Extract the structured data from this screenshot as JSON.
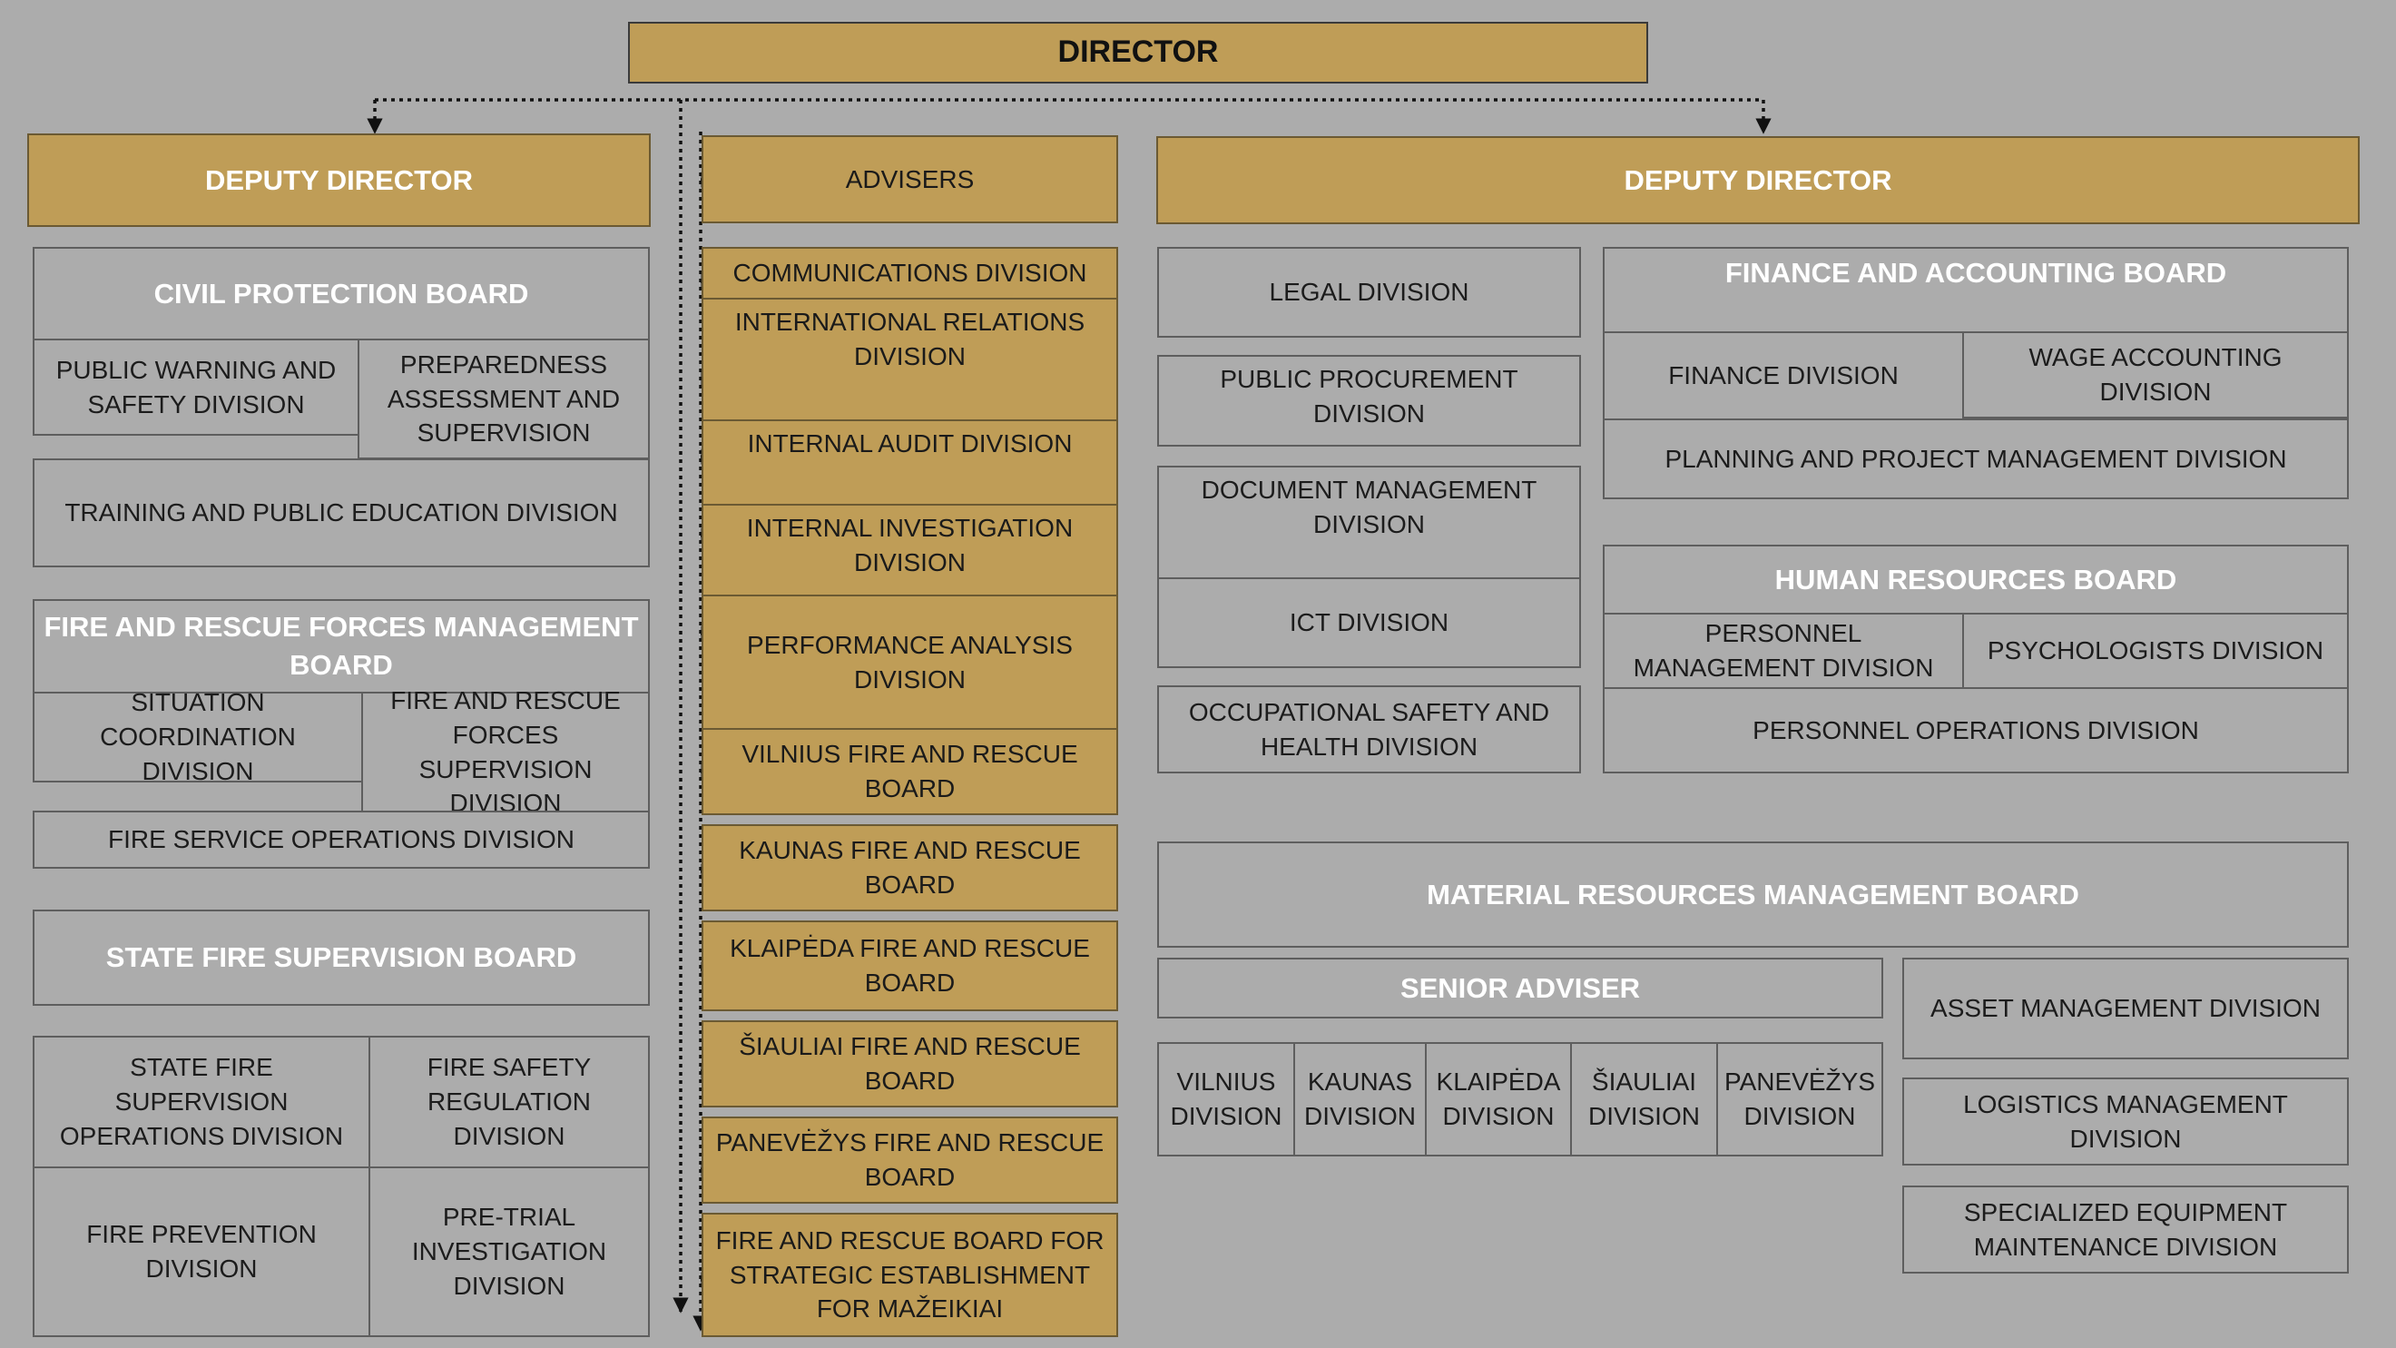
{
  "director": "DIRECTOR",
  "left": {
    "deputy": "DEPUTY DIRECTOR",
    "civil_protection": {
      "board": "CIVIL PROTECTION BOARD",
      "public_warning": "PUBLIC WARNING AND SAFETY DIVISION",
      "preparedness": "PREPAREDNESS ASSESSMENT AND SUPERVISION",
      "training": "TRAINING AND PUBLIC EDUCATION DIVISION"
    },
    "fire_rescue_forces": {
      "board": "FIRE AND RESCUE FORCES MANAGEMENT BOARD",
      "situation": "SITUATION COORDINATION DIVISION",
      "supervision": "FIRE AND RESCUE FORCES SUPERVISION DIVISION",
      "operations": "FIRE SERVICE OPERATIONS DIVISION"
    },
    "state_fire": {
      "board": "STATE FIRE SUPERVISION BOARD",
      "operations": "STATE FIRE SUPERVISION OPERATIONS DIVISION",
      "regulation": "FIRE SAFETY REGULATION DIVISION",
      "prevention": "FIRE PREVENTION DIVISION",
      "pretrial": "PRE-TRIAL INVESTIGATION DIVISION"
    }
  },
  "middle": {
    "advisers": "ADVISERS",
    "items": [
      "COMMUNICATIONS DIVISION",
      "INTERNATIONAL RELATIONS DIVISION",
      "INTERNAL AUDIT DIVISION",
      "INTERNAL INVESTIGATION DIVISION",
      "PERFORMANCE ANALYSIS DIVISION",
      "VILNIUS FIRE AND RESCUE BOARD",
      "KAUNAS FIRE AND RESCUE BOARD",
      "KLAIPĖDA FIRE AND RESCUE BOARD",
      "ŠIAULIAI FIRE AND RESCUE BOARD",
      "PANEVĖŽYS FIRE AND RESCUE BOARD",
      "FIRE AND RESCUE BOARD FOR STRATEGIC  ESTABLISHMENT FOR MAŽEIKIAI"
    ]
  },
  "right": {
    "deputy": "DEPUTY DIRECTOR",
    "legal": "LEGAL DIVISION",
    "procurement": "PUBLIC PROCUREMENT DIVISION",
    "document": "DOCUMENT MANAGEMENT DIVISION",
    "ict": "ICT DIVISION",
    "occupational": "OCCUPATIONAL SAFETY AND HEALTH DIVISION",
    "finance_board": {
      "board": "FINANCE AND ACCOUNTING BOARD",
      "finance": "FINANCE DIVISION",
      "wage": "WAGE ACCOUNTING DIVISION",
      "planning": "PLANNING AND PROJECT MANAGEMENT DIVISION"
    },
    "hr_board": {
      "board": "HUMAN RESOURCES BOARD",
      "personnel_mgmt": "PERSONNEL MANAGEMENT DIVISION",
      "psychologists": "PSYCHOLOGISTS DIVISION",
      "personnel_ops": "PERSONNEL OPERATIONS DIVISION"
    },
    "material_board": {
      "board": "MATERIAL RESOURCES MANAGEMENT BOARD",
      "senior_adviser": "SENIOR ADVISER",
      "vilnius": "VILNIUS DIVISION",
      "kaunas": "KAUNAS DIVISION",
      "klaipeda": "KLAIPĖDA DIVISION",
      "siauliai": "ŠIAULIAI DIVISION",
      "panevezys": "PANEVĖŽYS DIVISION",
      "asset": "ASSET MANAGEMENT DIVISION",
      "logistics": "LOGISTICS MANAGEMENT DIVISION",
      "specialized": "SPECIALIZED EQUIPMENT MAINTENANCE DIVISION"
    }
  },
  "colors": {
    "background": "#acacac",
    "gold": "#bf9d57",
    "border": "#5e5e5e",
    "connector": "#111111"
  }
}
